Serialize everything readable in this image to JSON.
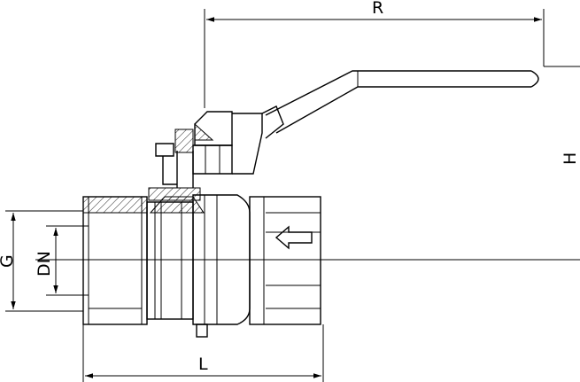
{
  "labels": {
    "R": "R",
    "H": "H",
    "L": "L",
    "G": "G",
    "DN": "DN"
  },
  "colors": {
    "stroke": "#000000",
    "background": "#ffffff"
  }
}
